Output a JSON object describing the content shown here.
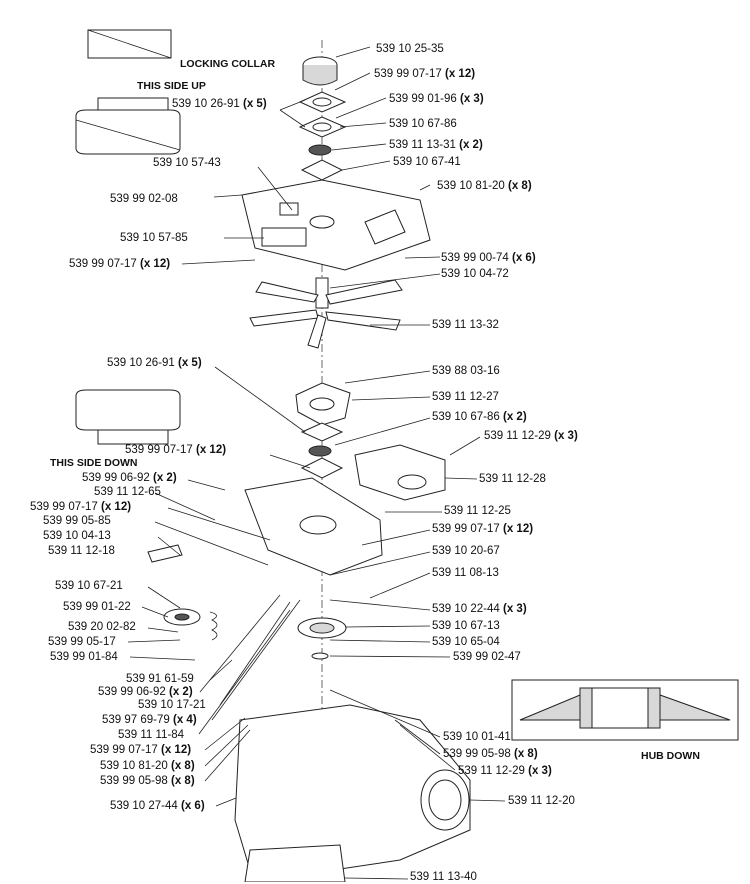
{
  "notes": {
    "locking_collar": "LOCKING COLLAR",
    "this_side_up": "THIS SIDE UP",
    "this_side_down": "THIS SIDE DOWN",
    "hub_down": "HUB DOWN"
  },
  "parts": [
    {
      "num": "539 10 25-35",
      "qty": ""
    },
    {
      "num": "539 99 07-17",
      "qty": "(x 12)"
    },
    {
      "num": "539 10 26-91",
      "qty": "(x 5)"
    },
    {
      "num": "539 99 01-96",
      "qty": "(x 3)"
    },
    {
      "num": "539 10 67-86",
      "qty": ""
    },
    {
      "num": "539 11 13-31",
      "qty": "(x 2)"
    },
    {
      "num": "539 10 57-43",
      "qty": ""
    },
    {
      "num": "539 10 67-41",
      "qty": ""
    },
    {
      "num": "539 10 81-20",
      "qty": "(x 8)"
    },
    {
      "num": "539 99 02-08",
      "qty": ""
    },
    {
      "num": "539 10 57-85",
      "qty": ""
    },
    {
      "num": "539 99 07-17",
      "qty": "(x 12)"
    },
    {
      "num": "539 99 00-74",
      "qty": "(x 6)"
    },
    {
      "num": "539 10 04-72",
      "qty": ""
    },
    {
      "num": "539 11 13-32",
      "qty": ""
    },
    {
      "num": "539 10 26-91",
      "qty": "(x 5)"
    },
    {
      "num": "539 88 03-16",
      "qty": ""
    },
    {
      "num": "539 11 12-27",
      "qty": ""
    },
    {
      "num": "539 10 67-86",
      "qty": "(x 2)"
    },
    {
      "num": "539 99 07-17",
      "qty": "(x 12)"
    },
    {
      "num": "539 11 12-29",
      "qty": "(x 3)"
    },
    {
      "num": "539 11 12-28",
      "qty": ""
    },
    {
      "num": "539 99 06-92",
      "qty": "(x 2)"
    },
    {
      "num": "539 11 12-65",
      "qty": ""
    },
    {
      "num": "539 99 07-17",
      "qty": "(x 12)"
    },
    {
      "num": "539 99 05-85",
      "qty": ""
    },
    {
      "num": "539 10 04-13",
      "qty": ""
    },
    {
      "num": "539 11 12-18",
      "qty": ""
    },
    {
      "num": "539 11 12-25",
      "qty": ""
    },
    {
      "num": "539 99 07-17",
      "qty": "(x 12)"
    },
    {
      "num": "539 10 20-67",
      "qty": ""
    },
    {
      "num": "539 11 08-13",
      "qty": ""
    },
    {
      "num": "539 10 67-21",
      "qty": ""
    },
    {
      "num": "539 10 22-44",
      "qty": "(x 3)"
    },
    {
      "num": "539 99 01-22",
      "qty": ""
    },
    {
      "num": "539 10 67-13",
      "qty": ""
    },
    {
      "num": "539 20 02-82",
      "qty": ""
    },
    {
      "num": "539 10 65-04",
      "qty": ""
    },
    {
      "num": "539 99 05-17",
      "qty": ""
    },
    {
      "num": "539 99 01-84",
      "qty": ""
    },
    {
      "num": "539 99 02-47",
      "qty": ""
    },
    {
      "num": "539 91 61-59",
      "qty": ""
    },
    {
      "num": "539 99 06-92",
      "qty": "(x 2)"
    },
    {
      "num": "539 10 17-21",
      "qty": ""
    },
    {
      "num": "539 97 69-79",
      "qty": "(x 4)"
    },
    {
      "num": "539 11 11-84",
      "qty": ""
    },
    {
      "num": "539 10 01-41",
      "qty": ""
    },
    {
      "num": "539 99 07-17",
      "qty": "(x 12)"
    },
    {
      "num": "539 99 05-98",
      "qty": "(x 8)"
    },
    {
      "num": "539 10 81-20",
      "qty": "(x 8)"
    },
    {
      "num": "539 11 12-29",
      "qty": "(x 3)"
    },
    {
      "num": "539 99 05-98",
      "qty": "(x 8)"
    },
    {
      "num": "539 11 12-20",
      "qty": ""
    },
    {
      "num": "539 10 27-44",
      "qty": "(x 6)"
    },
    {
      "num": "539 11 13-40",
      "qty": ""
    }
  ]
}
